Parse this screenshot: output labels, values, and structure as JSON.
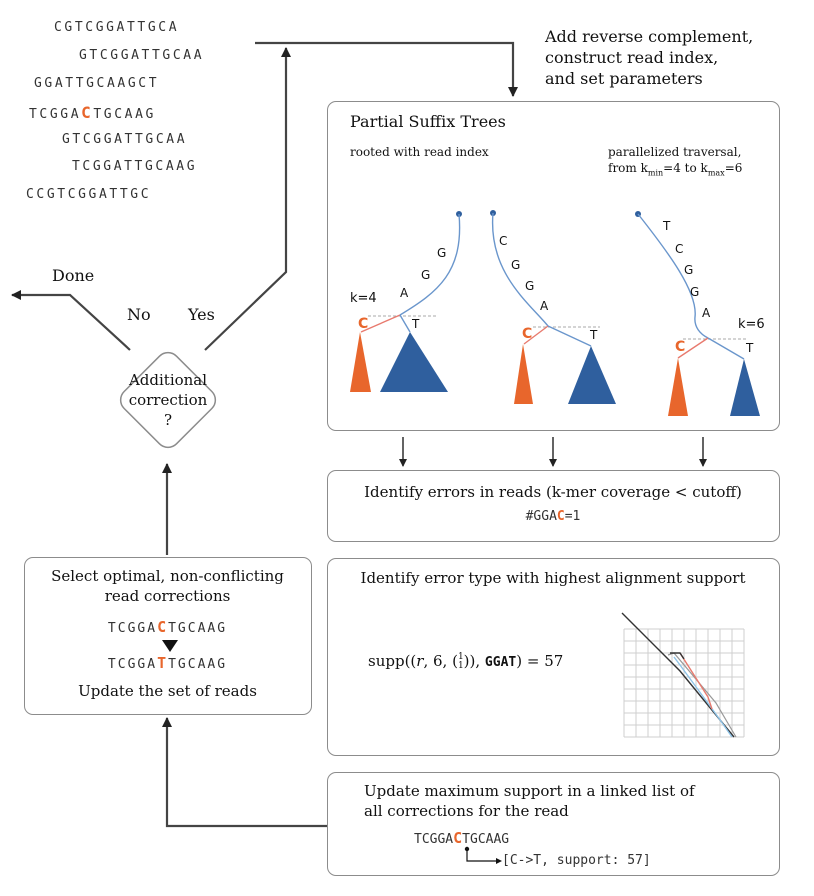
{
  "reads": [
    {
      "pre": "CGTCGGATTGCA",
      "hl": "",
      "post": ""
    },
    {
      "pre": "GTCGGATTGCAA",
      "hl": "",
      "post": ""
    },
    {
      "pre": "GGATTGCAAGCT",
      "hl": "",
      "post": ""
    },
    {
      "pre": "TCGGA",
      "hl": "C",
      "post": "TGCAAG"
    },
    {
      "pre": "GTCGGATTGCAA",
      "hl": "",
      "post": ""
    },
    {
      "pre": "TCGGATTGCAAG",
      "hl": "",
      "post": ""
    },
    {
      "pre": "CCGTCGGATTGC",
      "hl": "",
      "post": ""
    }
  ],
  "top_right": {
    "line1": "Add reverse complement,",
    "line2": "construct read index,",
    "line3": "and set parameters"
  },
  "suffix_trees": {
    "title": "Partial Suffix Trees",
    "left_caption": "rooted with read index",
    "right_caption_1": "parallelized traversal,",
    "right_caption_2a": "from k",
    "right_caption_sub1": "min",
    "right_caption_2b": "=4 to k",
    "right_caption_sub2": "max",
    "right_caption_2c": "=6",
    "tree1": {
      "k_label": "k=4",
      "letters": [
        "G",
        "G",
        "A"
      ],
      "left": "C",
      "right": "T"
    },
    "tree2": {
      "letters": [
        "C",
        "G",
        "G",
        "A"
      ],
      "left": "C",
      "right": "T"
    },
    "tree3": {
      "k_label": "k=6",
      "letters": [
        "T",
        "C",
        "G",
        "G",
        "A"
      ],
      "left": "C",
      "right": "T"
    }
  },
  "decision": {
    "line1": "Additional",
    "line2": "correction",
    "line3": "?",
    "no": "No",
    "yes": "Yes",
    "done": "Done"
  },
  "identify_errors": {
    "title": "Identify errors in reads (k-mer coverage < cutoff)",
    "pre": "#GGA",
    "hl": "C",
    "post": "=1"
  },
  "identify_type": {
    "title": "Identify error type with highest alignment support",
    "f_supp": "supp",
    "f_r": "r",
    "f_6": "6",
    "f_top": "1",
    "f_bottom": "1",
    "f_seq": "GGAT",
    "f_val": "57"
  },
  "select": {
    "line1": "Select optimal, non-conflicting",
    "line2": "read corrections",
    "read1_pre": "TCGGA",
    "read1_hl": "C",
    "read1_post": "TGCAAG",
    "read2_pre": "TCGGA",
    "read2_hl": "T",
    "read2_post": "TGCAAG",
    "update": "Update the set of reads"
  },
  "update_support": {
    "line1": "Update maximum support in a linked list of",
    "line2": "all corrections for the read",
    "read_pre": "TCGGA",
    "read_hl": "C",
    "read_post": "TGCAAG",
    "entry": "[C->T, support: 57]"
  },
  "colors": {
    "orange": "#e8662c",
    "blue": "#2f5f9e",
    "edge_blue": "#6a96cc",
    "pink": "#e87a6e",
    "line": "#333333",
    "border": "#8c8c8c"
  }
}
